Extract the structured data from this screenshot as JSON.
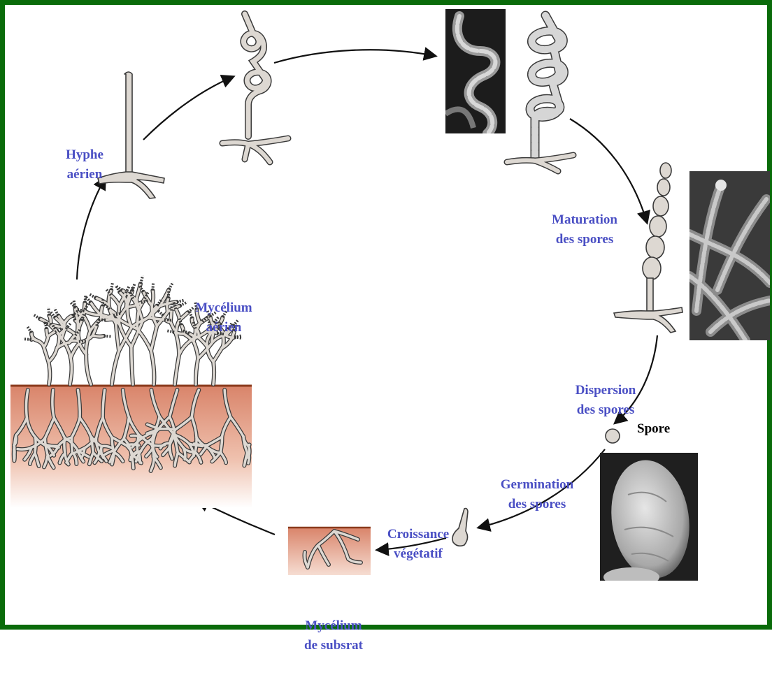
{
  "labels": {
    "hyphe_aerien": [
      "Hyphe",
      "aérien"
    ],
    "maturation": [
      "Maturation",
      "des spores"
    ],
    "dispersion": [
      "Dispersion",
      "des spores"
    ],
    "spore": "Spore",
    "germination": [
      "Germination",
      "des spores"
    ],
    "croissance": [
      "Croissance",
      "végétatif"
    ],
    "mycelium_subsrat": [
      "Mycélium",
      "de subsrat"
    ],
    "mycelium_aerien": [
      "Mycélium",
      "aérien"
    ]
  },
  "colors": {
    "frame": "#0a6b0a",
    "label": "#4a4fc4",
    "arrow": "#111111",
    "hypha_fill": "#ddd8d2",
    "hypha_stroke": "#3a3a3a",
    "soil_top": "#d98a6a",
    "soil_line": "#8a3a1c",
    "photo_dark": "#1a1a1a"
  }
}
